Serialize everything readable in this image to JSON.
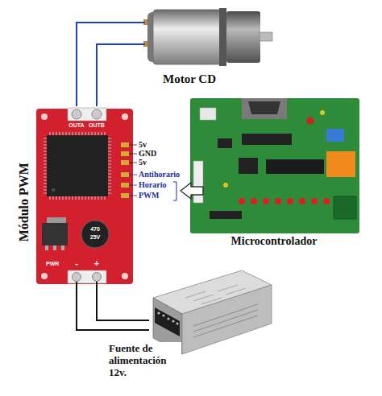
{
  "diagram": {
    "nodes": [
      {
        "text": [
          "Motor CD"
        ]
      },
      {
        "text": [
          "Módulo PWM"
        ]
      },
      {
        "text": [
          "Microcontrolador"
        ]
      },
      {
        "text": [
          "Fuente de alimentación 12v."
        ]
      }
    ],
    "edges": [
      {
        "from": 0,
        "to": 1,
        "arrow": "none"
      },
      {
        "from": 0,
        "to": 1,
        "arrow": "none"
      },
      {
        "from": 2,
        "to": 1,
        "arrow": "to"
      },
      {
        "from": 3,
        "to": 1,
        "arrow": "none"
      },
      {
        "from": 3,
        "to": 1,
        "arrow": "none"
      }
    ],
    "labels": [
      "OUTA",
      "OUTB",
      "5v",
      "GND",
      "5v",
      "Antihorario",
      "Horario",
      "PWM",
      "470",
      "25V",
      "PWR",
      "-",
      "+"
    ]
  }
}
